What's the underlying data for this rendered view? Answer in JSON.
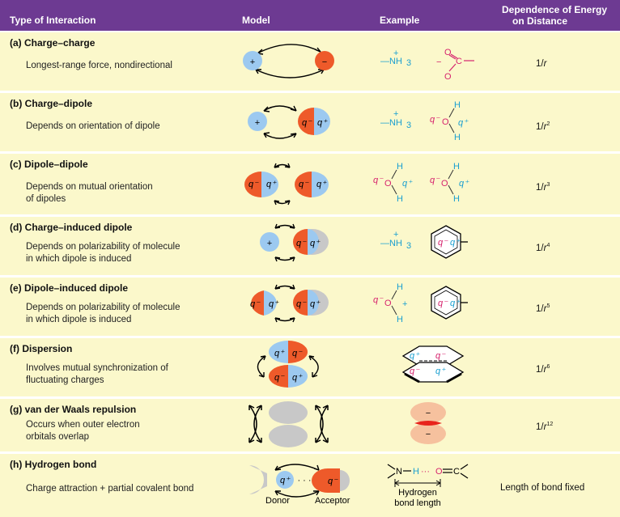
{
  "header": {
    "col_type": "Type of Interaction",
    "col_model": "Model",
    "col_example": "Example",
    "col_dependence_line1": "Dependence of Energy",
    "col_dependence_line2": "on Distance"
  },
  "rows": [
    {
      "title": "(a) Charge–charge",
      "desc1": "Longest-range force, nondirectional",
      "desc2": "",
      "dep_base": "1/r",
      "dep_exp": ""
    },
    {
      "title": "(b) Charge–dipole",
      "desc1": "Depends on orientation of dipole",
      "desc2": "",
      "dep_base": "1/r",
      "dep_exp": "2"
    },
    {
      "title": "(c) Dipole–dipole",
      "desc1": "Depends on mutual orientation",
      "desc2": "of dipoles",
      "dep_base": "1/r",
      "dep_exp": "3"
    },
    {
      "title": "(d) Charge–induced dipole",
      "desc1": "Depends on polarizability of molecule",
      "desc2": "in which dipole is induced",
      "dep_base": "1/r",
      "dep_exp": "4"
    },
    {
      "title": "(e) Dipole–induced dipole",
      "desc1": "Depends on polarizability of molecule",
      "desc2": "in which dipole is induced",
      "dep_base": "1/r",
      "dep_exp": "5"
    },
    {
      "title": "(f) Dispersion",
      "desc1": "Involves mutual synchronization of",
      "desc2": "fluctuating charges",
      "dep_base": "1/r",
      "dep_exp": "6"
    },
    {
      "title": "(g) van der Waals repulsion",
      "desc1": "Occurs when outer electron",
      "desc2": "orbitals overlap",
      "dep_base": "1/r",
      "dep_exp": "12"
    },
    {
      "title": "(h) Hydrogen bond",
      "desc1": "Charge attraction + partial covalent bond",
      "desc2": "",
      "dependence": "Length of bond fixed"
    }
  ],
  "labels": {
    "plus": "+",
    "minus": "−",
    "q_minus": "q⁻",
    "q_plus": "q⁺",
    "nh3_n": "—NH",
    "nh3_sub": "3",
    "H": "H",
    "O": "O",
    "C": "C",
    "N": "N",
    "donor": "Donor",
    "acceptor": "Acceptor",
    "hbond_len1": "Hydrogen",
    "hbond_len2": "bond length"
  },
  "colors": {
    "header_bg": "#6d3a92",
    "row_bg": "#fbf8cb",
    "positive_blue": "#9cc9f0",
    "negative_red": "#ee5a2a",
    "gray": "#c8c8c8",
    "cyan_text": "#1a9fd0",
    "magenta_text": "#d6246e",
    "peach": "#f6c19e"
  }
}
